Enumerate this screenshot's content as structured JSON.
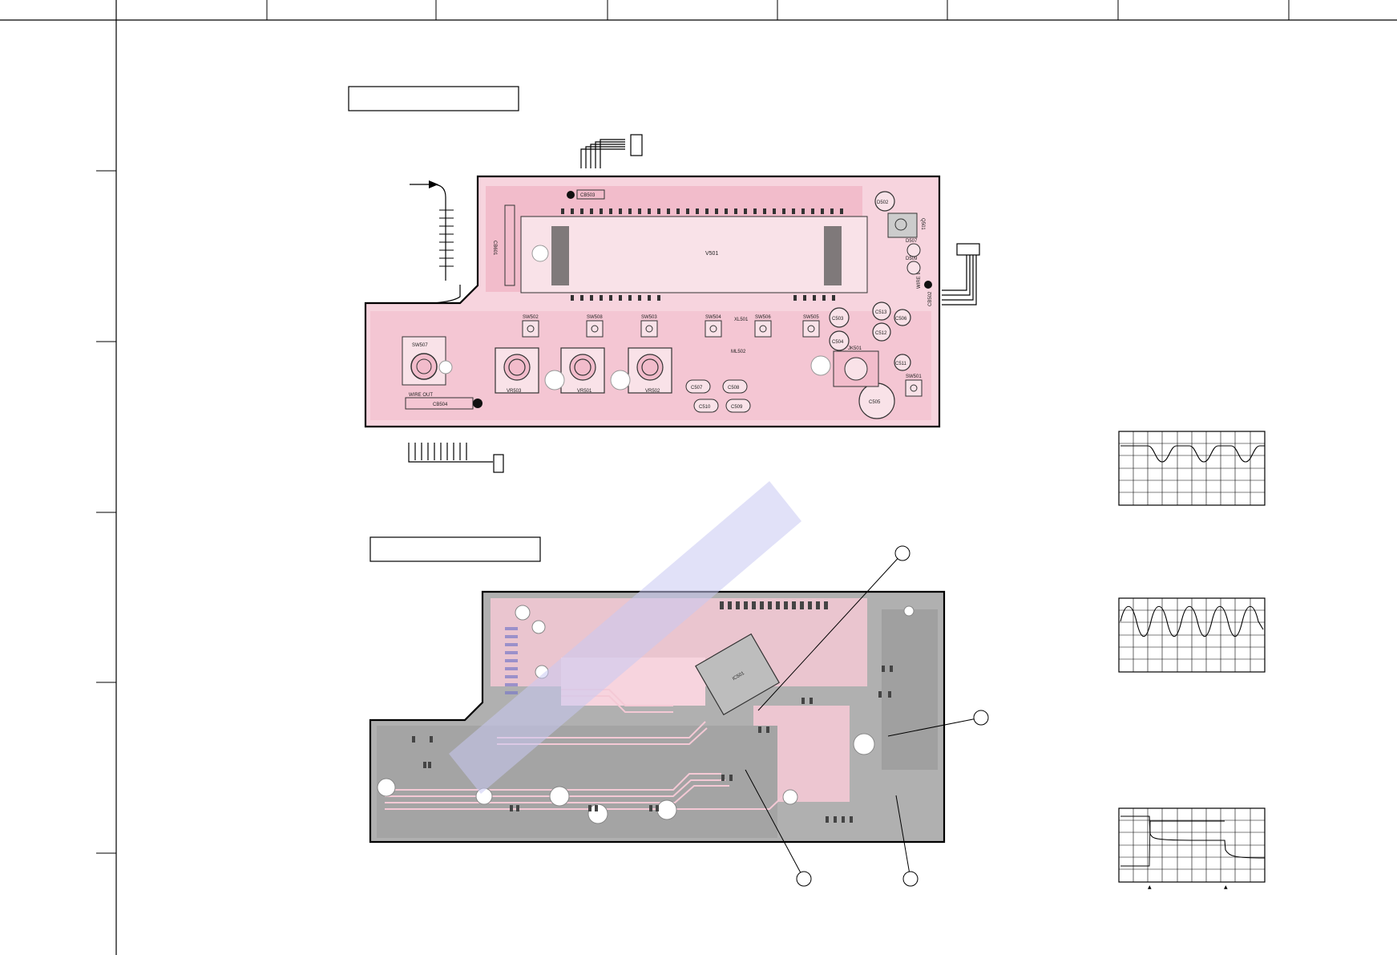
{
  "sheet": {
    "title_box_1": "",
    "title_box_2": "",
    "colors": {
      "pcb_pink": "#f4c9d5",
      "pcb_gray": "#a9a9a9",
      "watermark": "#b8b8ee",
      "outline": "#000000"
    }
  },
  "top_pcb": {
    "labels": {
      "vfd": "V501",
      "cb601": "CB601",
      "cb503": "CB503",
      "wire_out": "WIRE OUT",
      "cb504": "CB504",
      "sw507": "SW507",
      "sw502": "SW502",
      "sw508": "SW508",
      "sw503": "SW503",
      "sw504": "SW504",
      "xl501": "XL501",
      "sw506": "SW506",
      "sw505": "SW505",
      "sw501": "SW501",
      "vr503": "VR503",
      "vr501": "VR501",
      "vr502": "VR502",
      "js501": "JK501",
      "c507": "C507",
      "c508": "C508",
      "c510": "C510",
      "c509": "C509",
      "c503": "C503",
      "c504": "C504",
      "c513": "C513",
      "c512": "C512",
      "c511": "C511",
      "c505": "C505",
      "c506": "C506",
      "d507": "D507",
      "d509": "D509",
      "d502": "D502",
      "q501": "Q501",
      "wire_in": "WIRE IN",
      "cb502": "CB502",
      "ml502": "ML502"
    }
  },
  "bottom_pcb": {
    "labels": {
      "ic501": "IC501"
    }
  },
  "waveforms": {
    "count": 3,
    "markers": [
      "▲",
      "▲"
    ]
  }
}
